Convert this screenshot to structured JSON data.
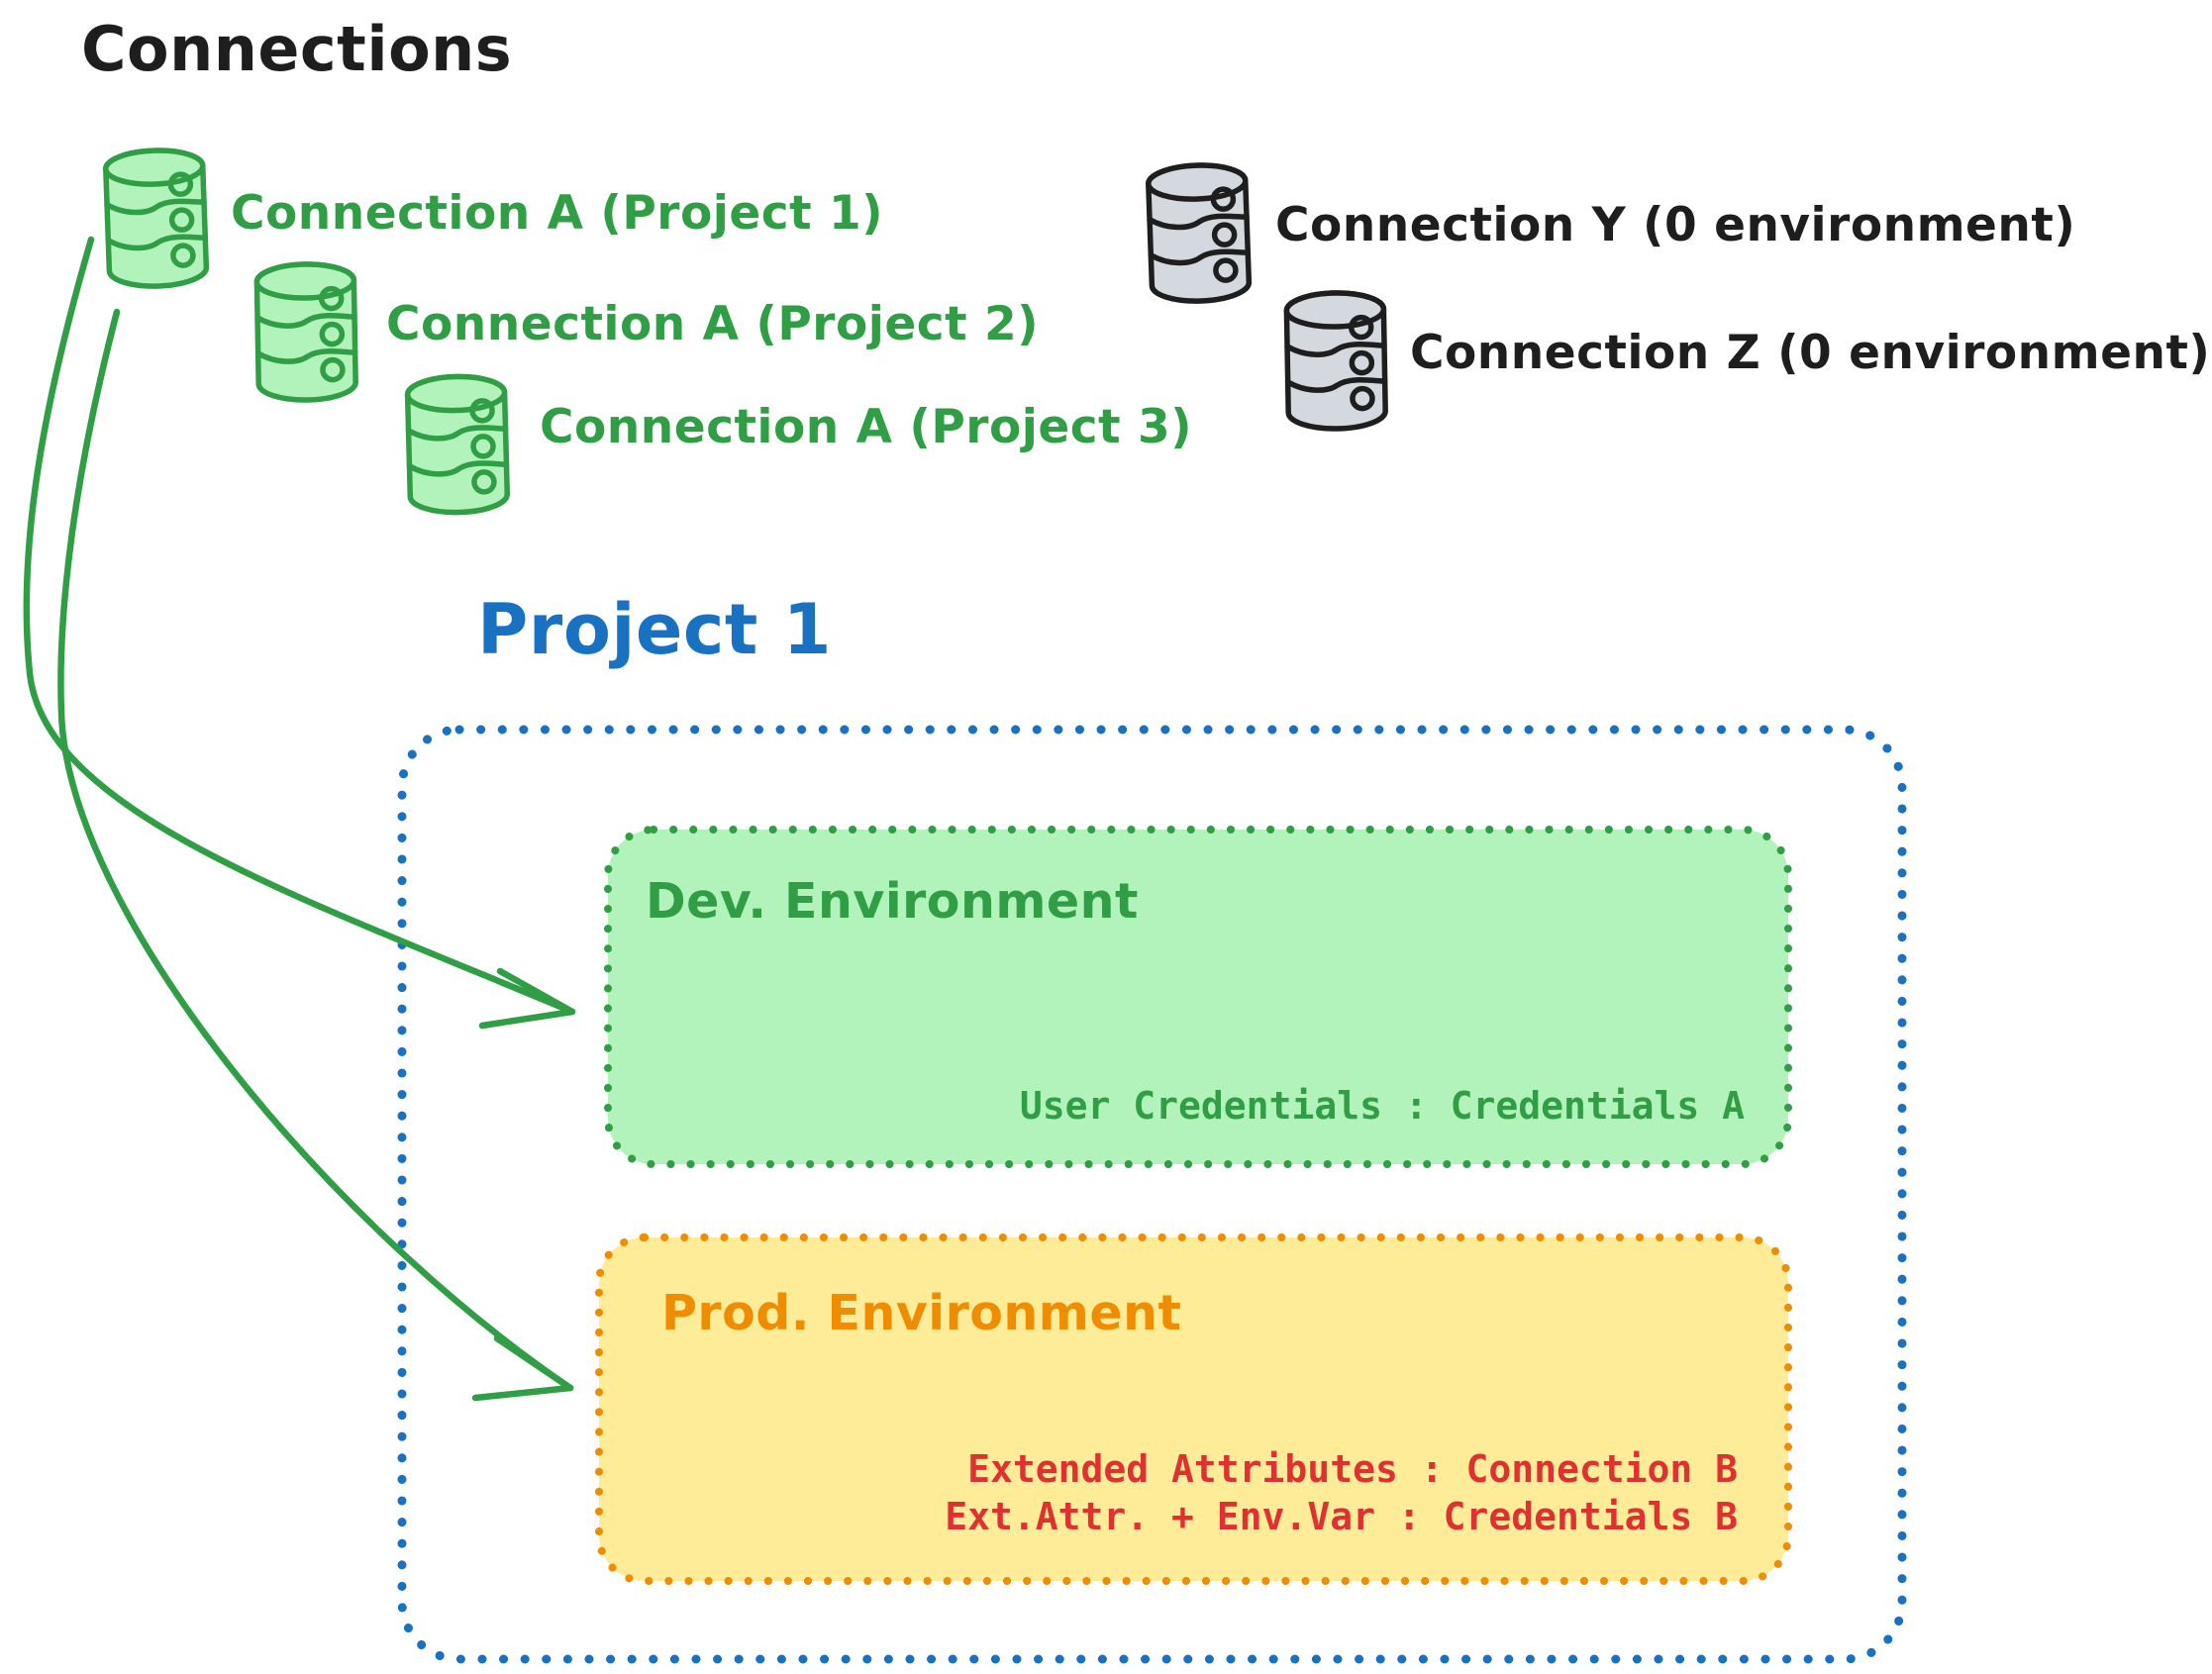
{
  "diagram_title": "Connections",
  "palette": {
    "ink_black": "#1e1e1e",
    "green_stroke": "#2f9e44",
    "green_fill": "#b2f2bb",
    "gray_fill": "#d3d9de",
    "blue": "#1971c2",
    "orange_stroke": "#f08c00",
    "yellow_fill": "#ffec99",
    "red": "#e03131"
  },
  "connections": {
    "shared_connection_a": [
      {
        "icon": "database-icon",
        "label": "Connection A (Project 1)"
      },
      {
        "icon": "database-icon",
        "label": "Connection A (Project 2)"
      },
      {
        "icon": "database-icon",
        "label": "Connection A (Project 3)"
      }
    ],
    "unassigned": [
      {
        "icon": "database-icon",
        "label": "Connection Y (0 environment)"
      },
      {
        "icon": "database-icon",
        "label": "Connection Z (0 environment)"
      }
    ]
  },
  "project": {
    "title": "Project 1",
    "environments": [
      {
        "name": "Dev. Environment",
        "mappings": [
          "User Credentials : Credentials A"
        ]
      },
      {
        "name": "Prod. Environment",
        "mappings": [
          "Extended Attributes : Connection B",
          "Ext.Attr. + Env.Var : Credentials B"
        ]
      }
    ]
  }
}
